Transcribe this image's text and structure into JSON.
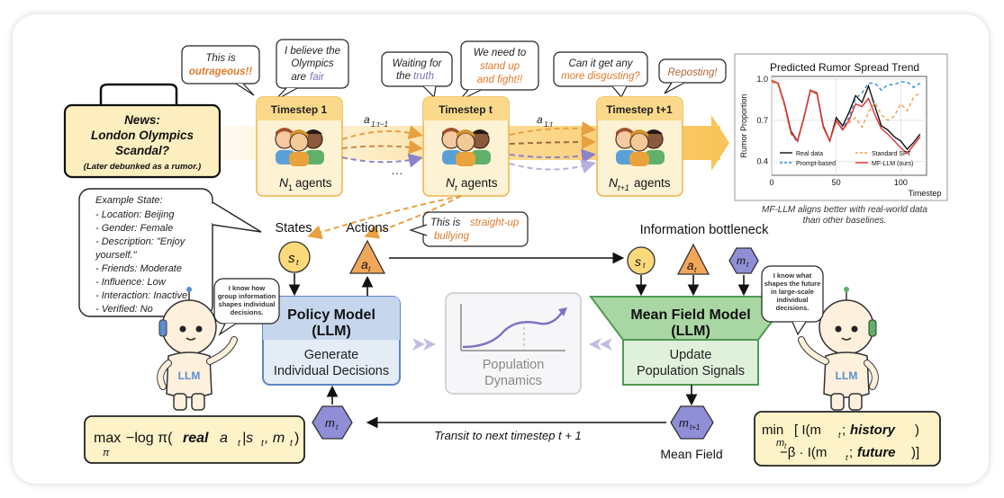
{
  "news": {
    "line1": "News:",
    "line2": "London Olympics",
    "line3": "Scandal?",
    "note": "(Later debunked as a rumor.)"
  },
  "bubbles": {
    "b1a": "This is",
    "b1b": "outrageous!!",
    "b2a": "I believe the",
    "b2b": "Olympics",
    "b2c": "are",
    "b2d": "fair",
    "b3a": "Waiting for",
    "b3b": "the",
    "b3c": "truth",
    "b4a": "We need to",
    "b4b": "stand up",
    "b4c": "and fight!!",
    "b5a": "Can it get any",
    "b5b": "more disgusting?",
    "b6": "Reposting!",
    "b7a": "This is",
    "b7b": "straight-up",
    "b7c": "bullying"
  },
  "timesteps": [
    {
      "title": "Timestep 1",
      "agents_var": "N",
      "agents_sub": "1",
      "agents_label": "agents"
    },
    {
      "title": "Timestep t",
      "agents_var": "N",
      "agents_sub": "t",
      "agents_label": "agents"
    },
    {
      "title": "Timestep t+1",
      "agents_var": "N",
      "agents_sub": "t+1",
      "agents_label": "agents"
    }
  ],
  "action_labels": {
    "a1": "a",
    "a1_sub": "1:t−1",
    "a2": "a",
    "a2_sub": "1:t",
    "ellipsis": "…"
  },
  "example_state": {
    "title": "Example State:",
    "lines": [
      "- Location: Beijing",
      "- Gender: Female",
      "- Description: \"Enjoy",
      "  yourself.\"",
      "- Friends: Moderate",
      "- Influence: Low",
      "- Interaction: Inactive",
      "- Verified: No"
    ]
  },
  "labels": {
    "states": "States",
    "actions": "Actions",
    "info_bottleneck": "Information bottleneck",
    "mean_field": "Mean Field",
    "transit": "Transit to next timestep t + 1"
  },
  "symbols": {
    "s": "s",
    "a": "a",
    "m": "m",
    "t": "t",
    "t1": "t+1"
  },
  "policy": {
    "title1": "Policy Model",
    "title2": "(LLM)",
    "body1": "Generate",
    "body2": "Individual Decisions"
  },
  "meanfield": {
    "title1": "Mean Field Model",
    "title2": "(LLM)",
    "body1": "Update",
    "body2": "Population Signals"
  },
  "population": {
    "line1": "Population",
    "line2": "Dynamics"
  },
  "robot_left": {
    "l1": "I know how",
    "l2": "group information",
    "l3": "shapes individual",
    "l4": "decisions.",
    "badge": "LLM"
  },
  "robot_right": {
    "l1": "I know what",
    "l2": "shapes the future",
    "l3": "in large-scale",
    "l4": "individual",
    "l5": "decisions.",
    "badge": "LLM"
  },
  "formula_left": {
    "max": "max",
    "sub": "π",
    "rest1": "−log π(",
    "real": "real",
    "rest2": " a",
    "rest3": " |s",
    "rest4": ", m",
    "rest5": ")"
  },
  "formula_right": {
    "min": "min",
    "sub": "m",
    "l1a": "[ I(m",
    "l1b": "; ",
    "history": "history",
    "l1c": ")",
    "l2a": "−β · I(m",
    "l2b": "; ",
    "future": "future",
    "l2c": ")]"
  },
  "chart_caption": {
    "l1": "MF-LLM aligns better with real-world data",
    "l2": "than other baselines."
  },
  "chart_data": {
    "type": "line",
    "title": "Predicted Rumor Spread Trend",
    "xlabel": "Timestep",
    "ylabel": "Rumor Proportion",
    "xlim": [
      0,
      120
    ],
    "ylim": [
      0.3,
      1.02
    ],
    "xticks": [
      0,
      50,
      100
    ],
    "yticks": [
      0.4,
      0.7,
      1.0
    ],
    "ytick_labels": [
      "0.4",
      "0.7",
      "1.0"
    ],
    "grid": true,
    "legend_position": "bottom",
    "series": [
      {
        "name": "Real data",
        "color": "#111111",
        "style": "solid",
        "x": [
          0,
          5,
          10,
          15,
          20,
          25,
          30,
          35,
          40,
          45,
          50,
          55,
          60,
          65,
          70,
          75,
          80,
          85,
          90,
          95,
          100,
          105,
          110,
          115
        ],
        "y": [
          0.99,
          0.97,
          0.82,
          0.62,
          0.55,
          0.72,
          0.92,
          0.9,
          0.66,
          0.55,
          0.72,
          0.66,
          0.76,
          0.88,
          0.83,
          0.95,
          0.8,
          0.66,
          0.63,
          0.58,
          0.55,
          0.49,
          0.54,
          0.6
        ]
      },
      {
        "name": "Prompt-based",
        "color": "#2f8fd0",
        "style": "dashed",
        "x": [
          0,
          5,
          10,
          15,
          20,
          25,
          30,
          35,
          40,
          45,
          50,
          55,
          60,
          65,
          70,
          75,
          80,
          85,
          90,
          95,
          100,
          105,
          110,
          115
        ],
        "y": [
          0.98,
          0.96,
          0.8,
          0.6,
          0.54,
          0.72,
          0.92,
          0.89,
          0.65,
          0.55,
          0.7,
          0.64,
          0.72,
          0.86,
          0.9,
          0.97,
          0.97,
          0.92,
          0.96,
          0.96,
          0.98,
          0.98,
          0.94,
          0.97
        ]
      },
      {
        "name": "Standard SFT",
        "color": "#f0a050",
        "style": "dashed",
        "x": [
          0,
          5,
          10,
          15,
          20,
          25,
          30,
          35,
          40,
          45,
          50,
          55,
          60,
          65,
          70,
          75,
          80,
          85,
          90,
          95,
          100,
          105,
          110,
          115
        ],
        "y": [
          0.98,
          0.96,
          0.8,
          0.6,
          0.55,
          0.71,
          0.91,
          0.89,
          0.65,
          0.55,
          0.69,
          0.63,
          0.68,
          0.72,
          0.65,
          0.76,
          0.83,
          0.74,
          0.7,
          0.73,
          0.82,
          0.77,
          0.87,
          0.9
        ]
      },
      {
        "name": "MF-LLM (ours)",
        "color": "#e03030",
        "style": "solid",
        "x": [
          0,
          5,
          10,
          15,
          20,
          25,
          30,
          35,
          40,
          45,
          50,
          55,
          60,
          65,
          70,
          75,
          80,
          85,
          90,
          95,
          100,
          105,
          110,
          115
        ],
        "y": [
          0.99,
          0.97,
          0.82,
          0.61,
          0.55,
          0.72,
          0.92,
          0.9,
          0.65,
          0.55,
          0.7,
          0.63,
          0.7,
          0.82,
          0.8,
          0.86,
          0.74,
          0.64,
          0.6,
          0.55,
          0.5,
          0.46,
          0.52,
          0.58
        ]
      }
    ]
  }
}
